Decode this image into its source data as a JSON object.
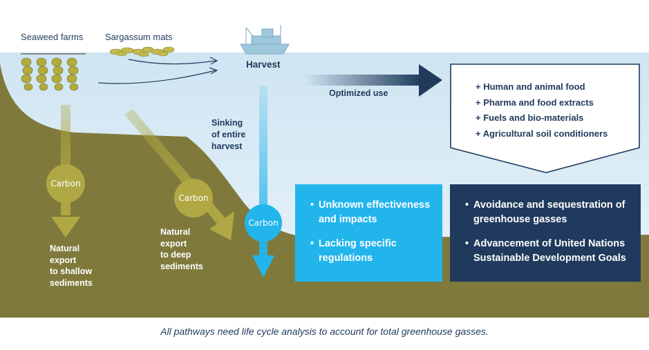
{
  "labels": {
    "seaweed_farms": "Seaweed farms",
    "sargassum_mats": "Sargassum mats",
    "harvest": "Harvest",
    "optimized_use": "Optimized use",
    "sinking": [
      "Sinking",
      "of entire",
      "harvest"
    ],
    "carbon": "Carbon",
    "shallow": [
      "Natural",
      "export",
      "to shallow",
      "sediments"
    ],
    "deep": [
      "Natural",
      "export",
      "to deep",
      "sediments"
    ]
  },
  "uses": [
    "+ Human and animal food",
    "+ Pharma and food extracts",
    "+ Fuels and bio-materials",
    "+ Agricultural soil conditioners"
  ],
  "sinking_box": [
    "Unknown effectiveness and impacts",
    "Lacking specific regulations"
  ],
  "optimized_box": [
    "Avoidance and sequestration of greenhouse gasses",
    "Advancement of United Nations Sustainable Development Goals"
  ],
  "footer": "All pathways need life cycle analysis to account for total greenhouse gasses.",
  "colors": {
    "sky": "#ffffff",
    "water_top": "#cfe5f2",
    "water_bottom": "#eaf4fa",
    "seafloor": "#7f7a3c",
    "seaweed": "#b3ab3f",
    "navy": "#1f3a5c",
    "cyan": "#22b5ec",
    "olive_arrow": "#b0a845"
  }
}
